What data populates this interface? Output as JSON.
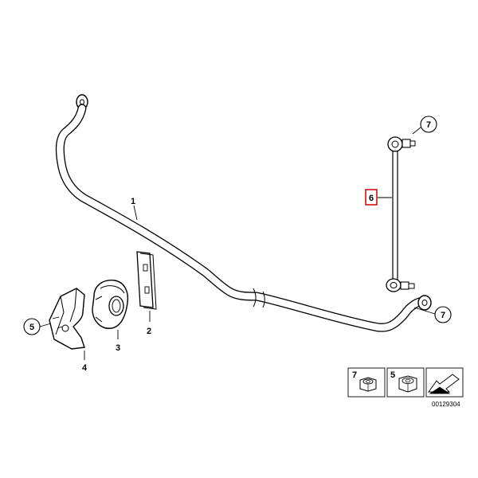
{
  "callouts": {
    "stabilizer_bar": "1",
    "bracket_plate": "2",
    "rubber_mount": "3",
    "clamp_bracket": "4",
    "left_nut": "5",
    "link_rod": "6",
    "top_nut": "7",
    "bottom_nut": "7"
  },
  "legend": {
    "nut_a_number": "7",
    "nut_b_number": "5"
  },
  "drawing_code": "00129304"
}
